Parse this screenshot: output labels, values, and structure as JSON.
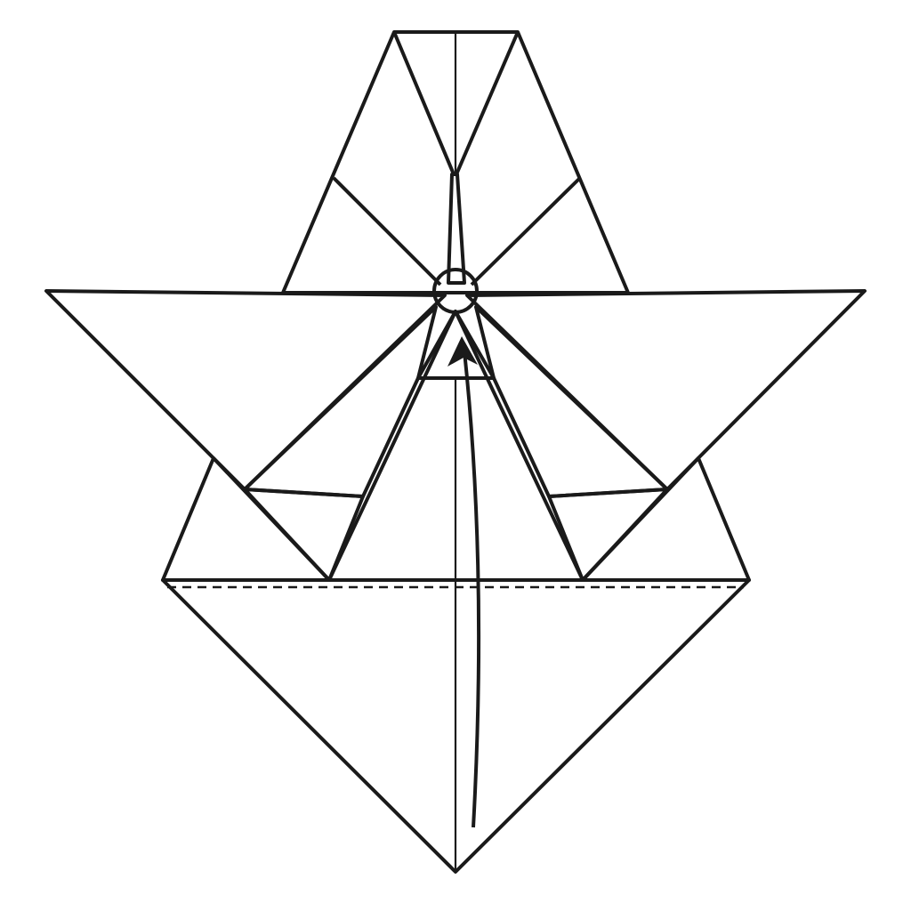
{
  "colors": {
    "paper_colored": "#ffccff",
    "paper_white": "#ffffff",
    "line": "#1a1a1a"
  },
  "diagram": {
    "step_type": "valley-fold-up",
    "fold_line": "dashed",
    "reference_marks": "circle",
    "arrow": "curved-arrow-up"
  }
}
